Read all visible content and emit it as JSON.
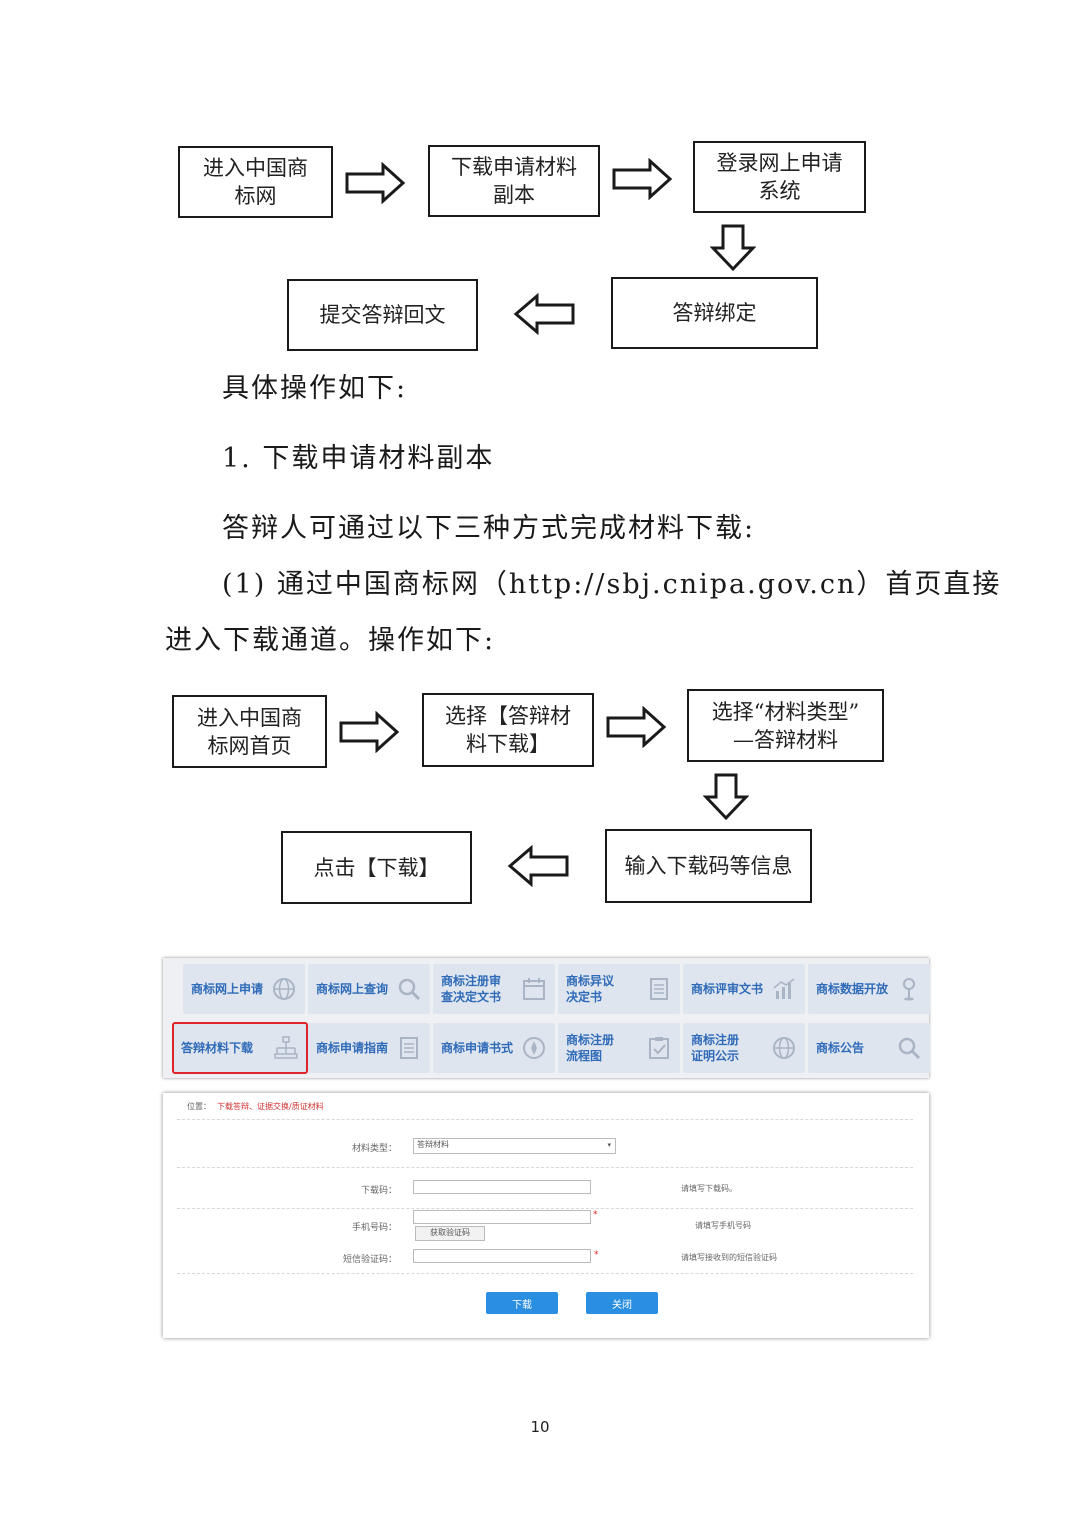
{
  "flow1": {
    "step1": "进入中国商\n标网",
    "step2": "下载申请材料\n副本",
    "step3": "登录网上申请\n系统",
    "step4": "答辩绑定",
    "step5": "提交答辩回文"
  },
  "text": {
    "p1": "具体操作如下:",
    "p2": "1. 下载申请材料副本",
    "p3": "答辩人可通过以下三种方式完成材料下载:",
    "p4": "(1)  通过中国商标网（http://sbj.cnipa.gov.cn）首页直接",
    "p5": "进入下载通道。操作如下:"
  },
  "flow2": {
    "step1": "进入中国商\n标网首页",
    "step2": "选择【答辩材\n料下载】",
    "step3": "选择“材料类型”\n—答辩材料",
    "step4": "输入下载码等信息",
    "step5": "点击【下载】"
  },
  "menu": {
    "row1": [
      {
        "label": "商标网上申请",
        "icon": "globe-icon"
      },
      {
        "label": "商标网上查询",
        "icon": "search-icon"
      },
      {
        "label": "商标注册审\n查决定文书",
        "icon": "calendar-icon"
      },
      {
        "label": "商标异议\n决定书",
        "icon": "document-icon"
      },
      {
        "label": "商标评审文书",
        "icon": "chart-icon"
      },
      {
        "label": "商标数据开放",
        "icon": "pin-icon"
      }
    ],
    "row2": [
      {
        "label": "答辩材料下载",
        "icon": "hierarchy-icon"
      },
      {
        "label": "商标申请指南",
        "icon": "document-icon"
      },
      {
        "label": "商标申请书式",
        "icon": "compass-icon"
      },
      {
        "label": "商标注册\n流程图",
        "icon": "clipboard-icon"
      },
      {
        "label": "商标注册\n证明公示",
        "icon": "globe-icon"
      },
      {
        "label": "商标公告",
        "icon": "search-icon"
      }
    ]
  },
  "form": {
    "location_label": "位置：",
    "location_path": "下载答辩、证据交换/质证材料",
    "type_label": "材料类型：",
    "type_value": "答辩材料",
    "code_label": "下载码：",
    "code_hint": "请填写下载码。",
    "phone_label": "手机号码：",
    "phone_hint": "请填写手机号码",
    "get_code_button": "获取验证码",
    "sms_label": "短信验证码：",
    "sms_hint": "请填写接收到的短信验证码",
    "download_button": "下载",
    "close_button": "关闭"
  },
  "page_number": "10",
  "colors": {
    "accent": "#2a8fe0",
    "highlight": "#e0242b",
    "tile_text": "#2f6bb8"
  }
}
